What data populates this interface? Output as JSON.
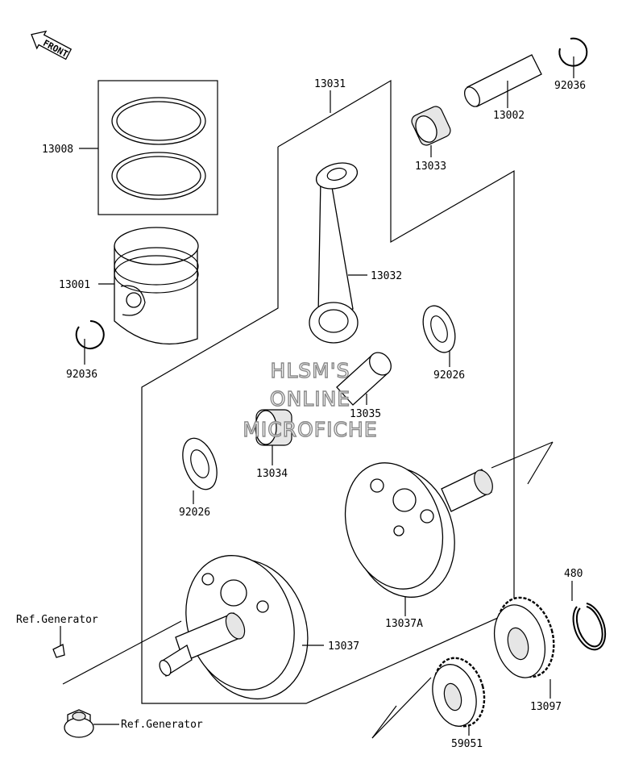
{
  "front_label": "FRONT",
  "watermark": [
    "HLSM'S",
    "ONLINE",
    "MICROFICHE"
  ],
  "parts": {
    "p13008": "13008",
    "p13001": "13001",
    "p92036_left": "92036",
    "p13031": "13031",
    "p13032": "13032",
    "p13033": "13033",
    "p13002": "13002",
    "p92036_right": "92036",
    "p92026_right": "92026",
    "p13035": "13035",
    "p13034": "13034",
    "p92026_left": "92026",
    "p13037A": "13037A",
    "p13037": "13037",
    "p480": "480",
    "p13097": "13097",
    "p59051": "59051"
  },
  "refs": {
    "generator_top": "Ref.Generator",
    "generator_bottom": "Ref.Generator"
  }
}
